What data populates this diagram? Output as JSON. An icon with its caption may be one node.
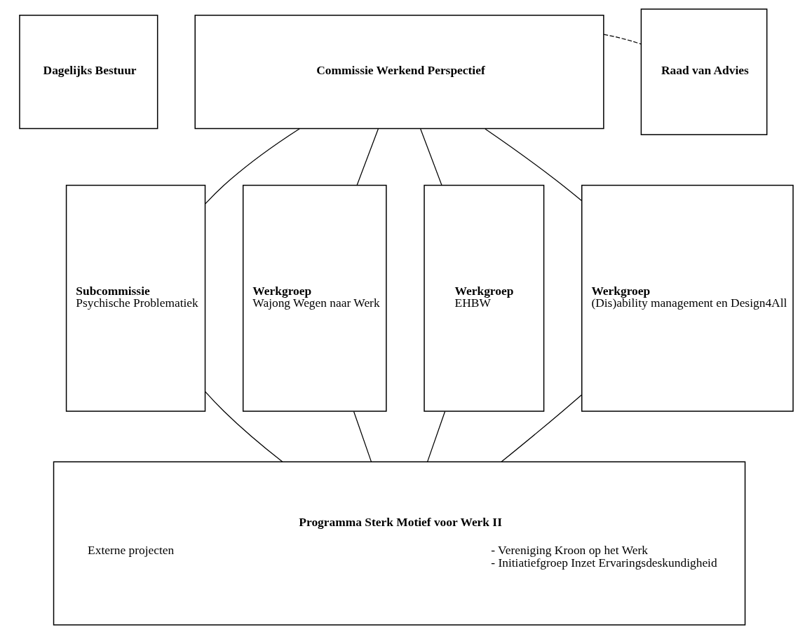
{
  "diagram": {
    "nodes": [
      {
        "text": [
          "Dagelijks Bestuur"
        ]
      },
      {
        "text": [
          "Commissie Werkend Perspectief"
        ]
      },
      {
        "text": [
          "Raad van Advies"
        ]
      },
      {
        "text": [
          "Subcommissie",
          "Psychische Problematiek"
        ]
      },
      {
        "text": [
          "Werkgroep",
          "Wajong Wegen naar Werk"
        ]
      },
      {
        "text": [
          "Werkgroep",
          "EHBW"
        ]
      },
      {
        "text": [
          "Werkgroep",
          "(Dis)ability management en Design4All"
        ]
      },
      {
        "text": [
          "Programma Sterk Motief voor Werk II",
          "Externe projecten",
          "- Vereniging Kroon op het Werk",
          "- Initiatiefgroep Inzet Ervaringsdeskundigheid"
        ]
      }
    ],
    "edges": [
      {
        "from": 1,
        "to": 3,
        "arrow": "none"
      },
      {
        "from": 1,
        "to": 4,
        "arrow": "none"
      },
      {
        "from": 1,
        "to": 5,
        "arrow": "none"
      },
      {
        "from": 1,
        "to": 6,
        "arrow": "none"
      },
      {
        "from": 1,
        "to": 2,
        "arrow": "none",
        "style": "dashed"
      },
      {
        "from": 3,
        "to": 7,
        "arrow": "none"
      },
      {
        "from": 4,
        "to": 7,
        "arrow": "none"
      },
      {
        "from": 5,
        "to": 7,
        "arrow": "none"
      },
      {
        "from": 6,
        "to": 7,
        "arrow": "none"
      }
    ]
  }
}
